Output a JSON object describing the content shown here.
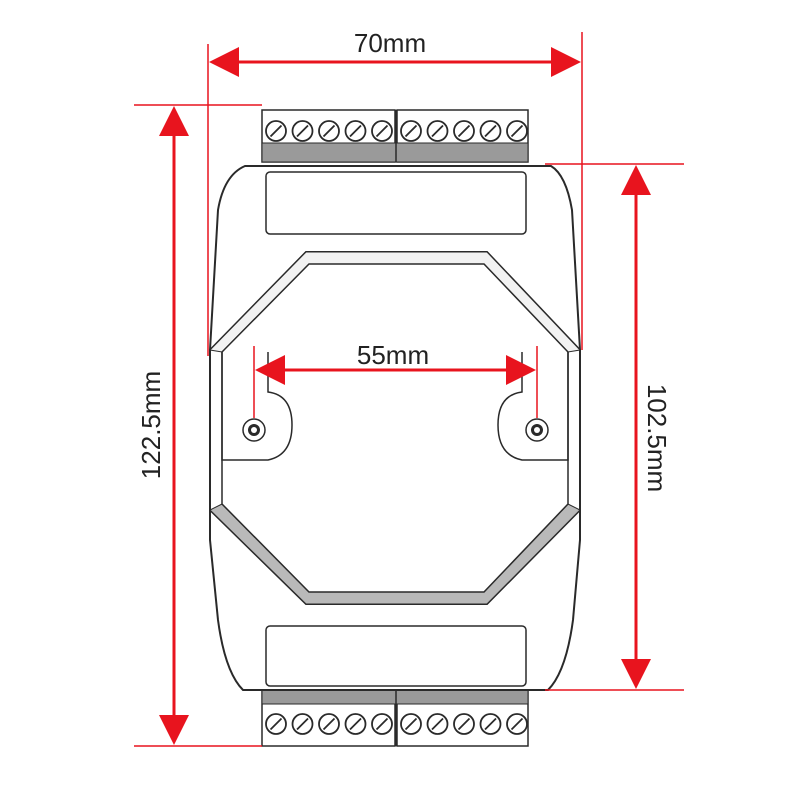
{
  "diagram": {
    "dimensions": {
      "overall_width": "70mm",
      "hole_spacing": "55mm",
      "overall_height": "122.5mm",
      "body_height": "102.5mm"
    },
    "terminal_blocks": {
      "top": {
        "groups": 2,
        "screws_per_group": 5
      },
      "bottom": {
        "groups": 2,
        "screws_per_group": 5
      }
    },
    "mounting_holes": 2,
    "colors": {
      "dimension": "#e8141e",
      "outline": "#2a2a2a",
      "bevel": "#b9b9b9",
      "terminal_strip": "#9a9a9a"
    }
  }
}
